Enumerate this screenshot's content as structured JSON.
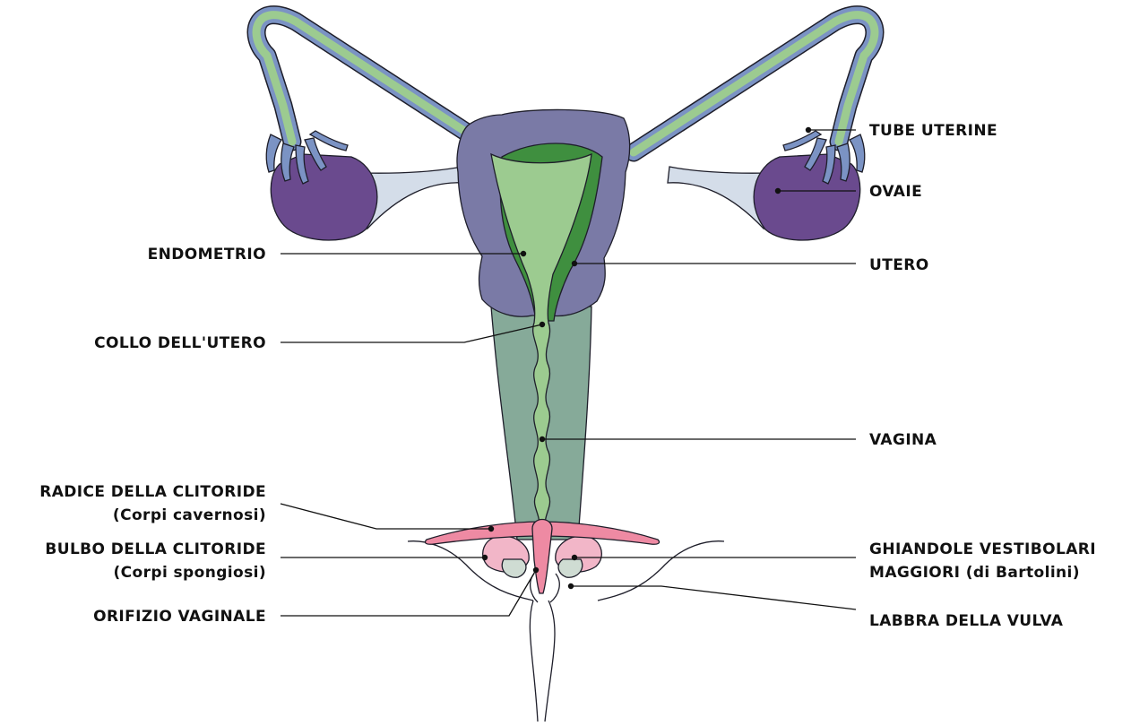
{
  "labels": {
    "tube_uterine": "TUBE UTERINE",
    "ovaie": "OVAIE",
    "utero": "UTERO",
    "endometrio": "ENDOMETRIO",
    "collo_utero": "COLLO DELL'UTERO",
    "vagina": "VAGINA",
    "radice_clitoride_1": "RADICE DELLA CLITORIDE",
    "radice_clitoride_2": "(Corpi cavernosi)",
    "bulbo_clitoride_1": "BULBO DELLA CLITORIDE",
    "bulbo_clitoride_2": "(Corpi spongiosi)",
    "ghiandole_1": "GHIANDOLE VESTIBOLARI",
    "ghiandole_2": "MAGGIORI (di Bartolini)",
    "orifizio_vaginale": "ORIFIZIO VAGINALE",
    "labbra_vulva": "LABBRA DELLA VULVA"
  },
  "colors": {
    "tube_outer": "#7b93c4",
    "tube_inner": "#9ccb90",
    "ovary": "#6a4a8e",
    "ligament": "#d4dde9",
    "uterus": "#7a7aa6",
    "endometrium": "#3f8f3f",
    "cavity": "#9ccb90",
    "vagina": "#86aa99",
    "clitoris": "#ee8aa3",
    "bulb": "#f2b6c8",
    "gland": "#cfdcd3"
  }
}
